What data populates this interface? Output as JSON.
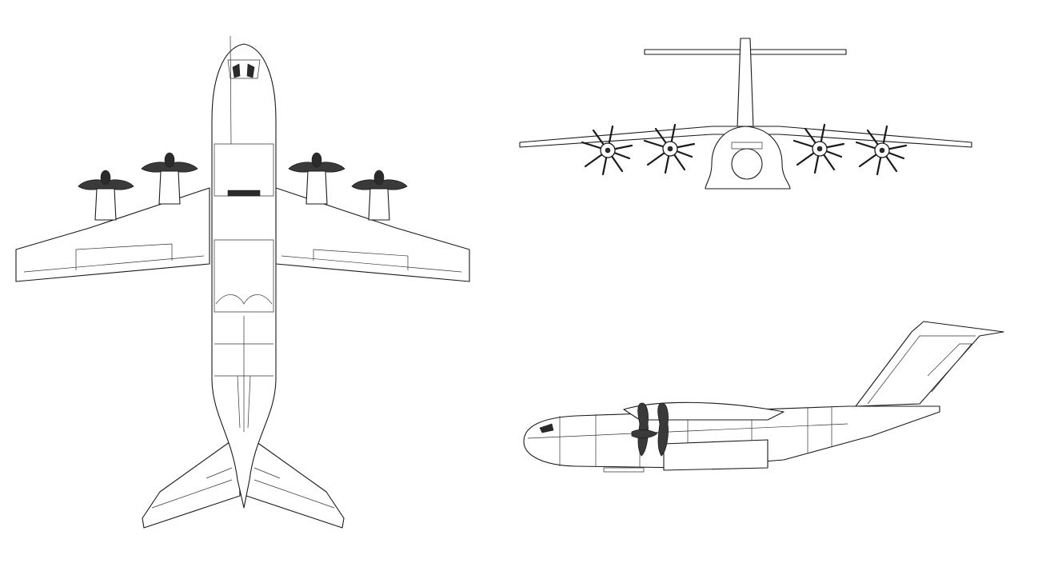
{
  "drawing": {
    "views": [
      {
        "name": "top",
        "icon": "aircraft-top-view"
      },
      {
        "name": "front",
        "icon": "aircraft-front-view"
      },
      {
        "name": "side",
        "icon": "aircraft-side-view"
      }
    ],
    "line_color": "#1a1a1a",
    "propeller_fill": "#3a3a3a",
    "background": "#ffffff"
  }
}
